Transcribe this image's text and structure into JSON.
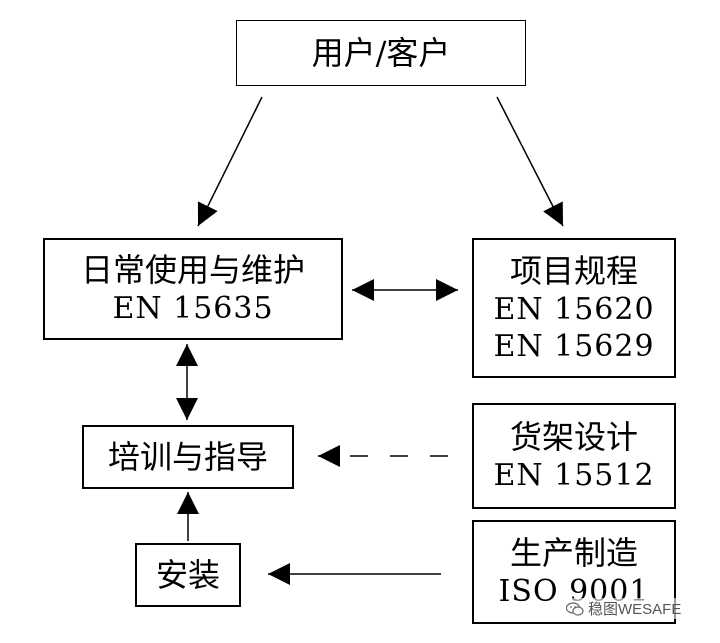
{
  "boxes": {
    "user": {
      "title": "用户/客户"
    },
    "daily": {
      "title": "日常使用与维护",
      "standard": "EN 15635"
    },
    "project": {
      "title": "项目规程",
      "standards": [
        "EN 15620",
        "EN 15629"
      ]
    },
    "training": {
      "title": "培训与指导"
    },
    "rack": {
      "title": "货架设计",
      "standard": "EN 15512"
    },
    "install": {
      "title": "安装"
    },
    "mfg": {
      "title": "生产制造",
      "standard": "ISO 9001"
    }
  },
  "watermark": {
    "text": "稳图WESAFE",
    "icon": "wechat-icon"
  }
}
